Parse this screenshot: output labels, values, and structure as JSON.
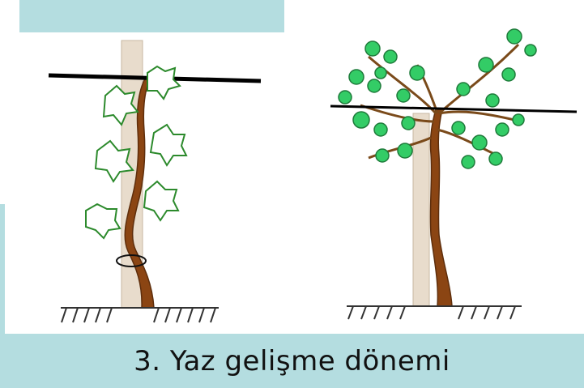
{
  "caption": "3. Yaz gelişme dönemi",
  "colors": {
    "slide_accent": "#b4dde0",
    "stake_light": "#e8dccc",
    "stake_shade": "#c7b7a2",
    "trunk": "#8b4513",
    "trunk_dark": "#5e2e0c",
    "wire": "#000000",
    "leaf_fill": "#ffffff",
    "leaf_outline": "#2c8a2c",
    "leaf_bright": "#33cc66",
    "ground": "#333333"
  },
  "icons": [
    "vine-stake",
    "vine-trunk",
    "trellis-wire",
    "grape-leaf",
    "ground-line",
    "tie-loop"
  ]
}
